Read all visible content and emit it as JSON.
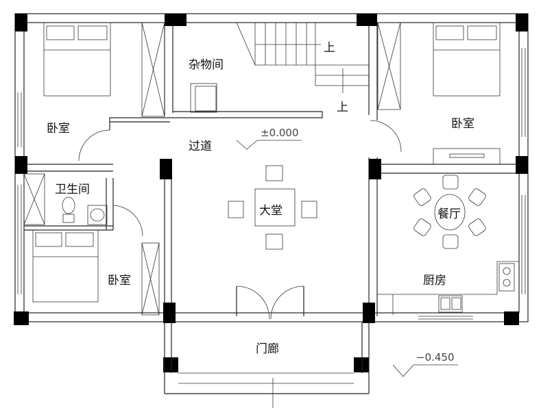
{
  "rooms": {
    "bedroom_top_left": "卧室",
    "storage": "杂物间",
    "corridor": "过道",
    "bedroom_top_right": "卧室",
    "bathroom": "卫生间",
    "hall": "大堂",
    "dining": "餐厅",
    "bedroom_bottom_left": "卧室",
    "kitchen": "厨房",
    "porch": "门廊"
  },
  "stairs": {
    "up_label_1": "上",
    "up_label_2": "上"
  },
  "elevations": {
    "floor": "±0.000",
    "porch": "−0.450"
  },
  "colors": {
    "line": "#222222",
    "column": "#000000",
    "background": "#ffffff"
  }
}
